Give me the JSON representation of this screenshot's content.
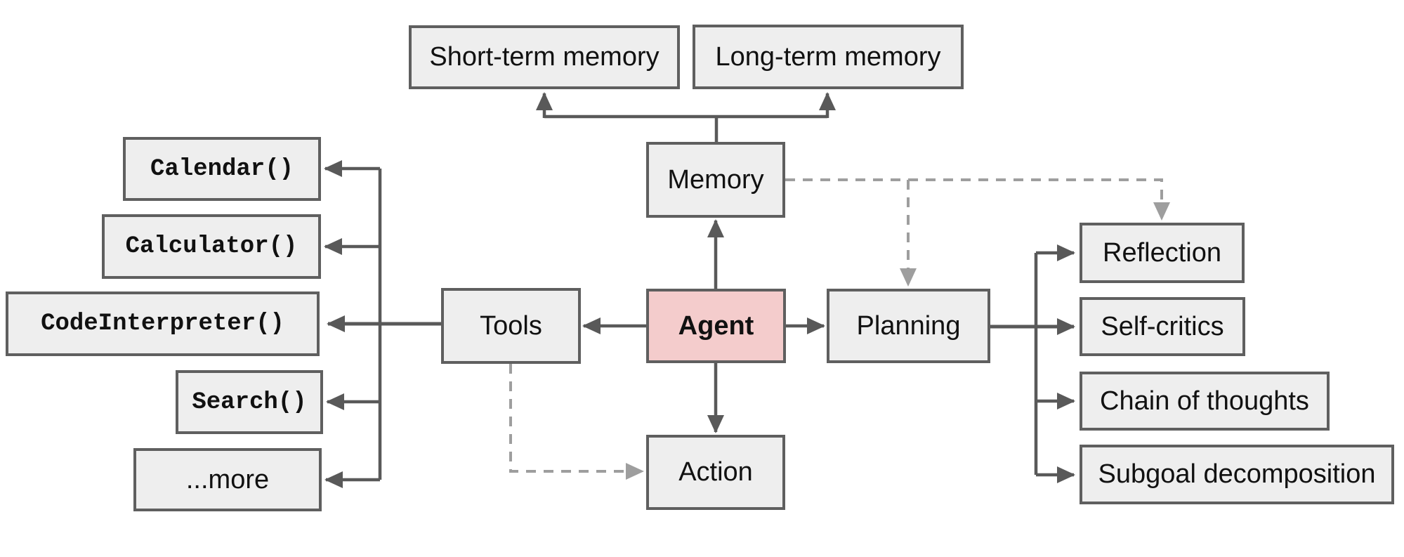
{
  "colors": {
    "node_fill": "#eeeeee",
    "node_border": "#5f5f5f",
    "agent_fill": "#f4cccc",
    "solid_line": "#595959",
    "dashed_line": "#9e9e9e",
    "text_color": "#111111"
  },
  "center": {
    "agent": "Agent",
    "memory": "Memory",
    "tools": "Tools",
    "planning": "Planning",
    "action": "Action"
  },
  "memory_children": {
    "short_term": "Short-term memory",
    "long_term": "Long-term memory"
  },
  "tool_items": {
    "calendar": "Calendar()",
    "calculator": "Calculator()",
    "code_interpreter": "CodeInterpreter()",
    "search": "Search()",
    "more": "...more"
  },
  "planning_items": {
    "reflection": "Reflection",
    "self_critics": "Self-critics",
    "chain_of_thoughts": "Chain of thoughts",
    "subgoal_decomposition": "Subgoal decomposition"
  }
}
